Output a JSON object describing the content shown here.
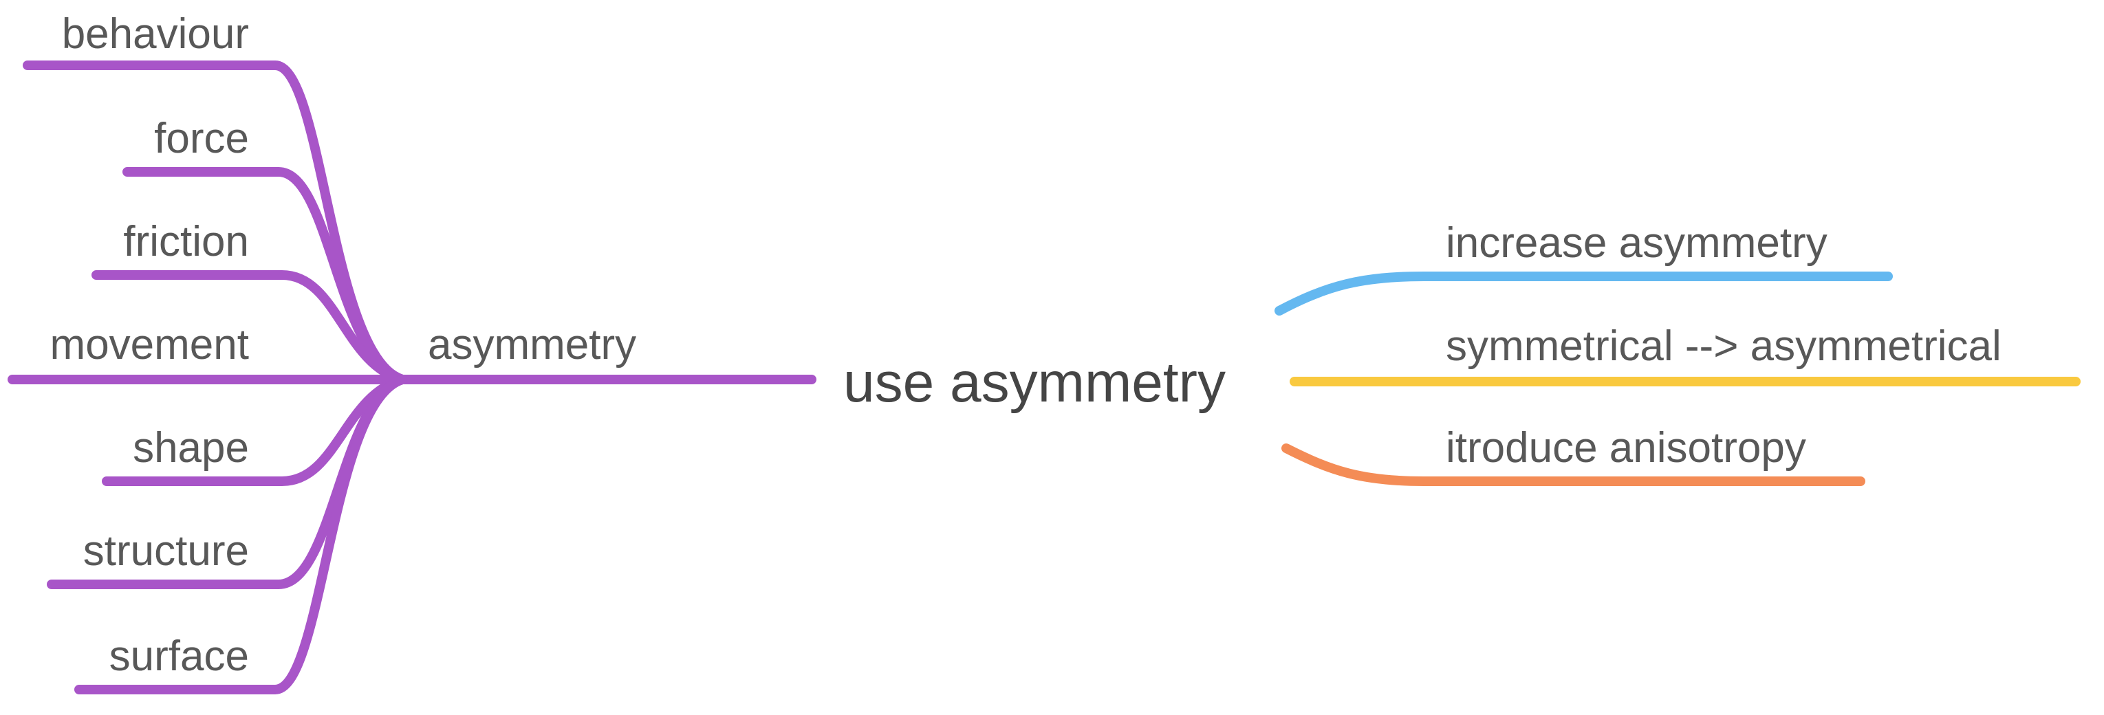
{
  "center": {
    "label": "use asymmetry"
  },
  "left_branch": {
    "label": "asymmetry",
    "color": "#a855c8",
    "children": [
      {
        "label": "behaviour"
      },
      {
        "label": "force"
      },
      {
        "label": "friction"
      },
      {
        "label": "movement"
      },
      {
        "label": "shape"
      },
      {
        "label": "structure"
      },
      {
        "label": "surface"
      }
    ]
  },
  "right_branches": [
    {
      "label": "increase asymmetry",
      "color": "#64b8f0"
    },
    {
      "label": "symmetrical --> asymmetrical",
      "color": "#f9c93f"
    },
    {
      "label": "itroduce anisotropy",
      "color": "#f48c56"
    }
  ]
}
